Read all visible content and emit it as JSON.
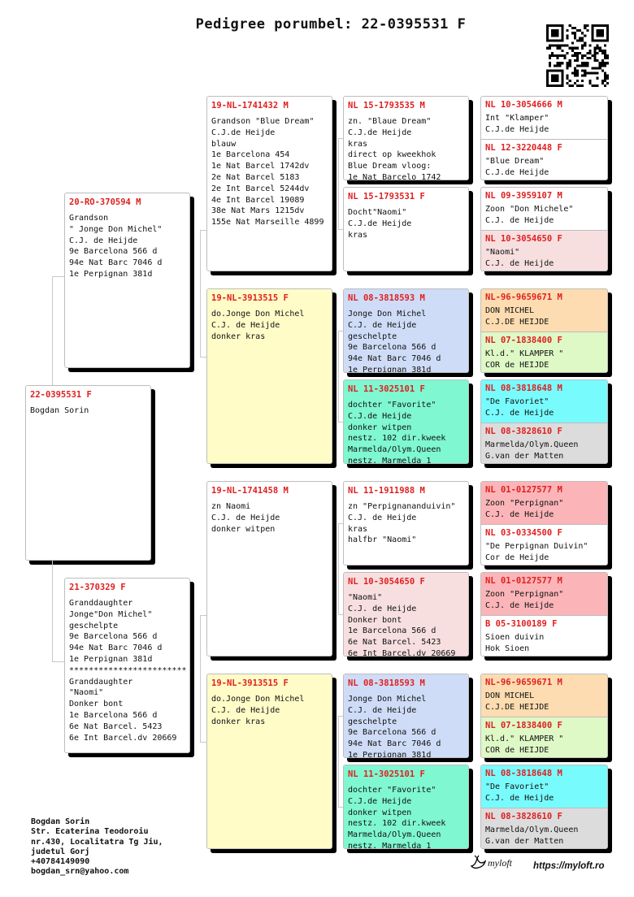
{
  "title": "Pedigree porumbel: 22-0395531 F",
  "owner": [
    "Bogdan Sorin",
    "Str. Ecaterina Teodoroiu",
    "nr.430, Localitatra Tg Jiu,",
    "judetul Gorj",
    "+40784149090",
    "bogdan_srn@yahoo.com"
  ],
  "brand": {
    "logo_text": "myloft",
    "website": "https://myloft.ro"
  },
  "colors": {
    "ring": "#e02020",
    "white": "#ffffff",
    "yellow": "#fffcc8",
    "blue": "#cfdcf7",
    "green": "#7ff7d0",
    "pink": "#f7dfe0",
    "orange": "#fcdcb0",
    "lime": "#def8c6",
    "cyan": "#78fbfd",
    "gray": "#dcdcdc",
    "red": "#fbb5b8"
  },
  "pigeons": {
    "subject": {
      "ring": "22-0395531 F",
      "lines": [
        "Bogdan Sorin"
      ]
    },
    "sire": {
      "ring": "20-RO-370594 M",
      "lines": [
        "Grandson",
        "\" Jonge Don Michel\"",
        "C.J. de Heijde",
        "9e Barcelona 566 d",
        "94e Nat Barc 7046 d",
        "1e Perpignan 381d"
      ]
    },
    "dam": {
      "ring": "21-370329 F",
      "lines": [
        "Granddaughter",
        "Jonge\"Don Michel\"",
        "geschelpte",
        "9e Barcelona 566 d",
        "94e Nat Barc 7046 d",
        "1e Perpignan 381d",
        "************************",
        "Granddaughter",
        "\"Naomi\"",
        "Donker bont",
        "1e Barcelona 566 d",
        "6e Nat Barcel. 5423",
        "6e Int Barcel.dv 20669"
      ]
    },
    "ss": {
      "ring": "19-NL-1741432 M",
      "lines": [
        "Grandson \"Blue Dream\"",
        "C.J.de Heijde",
        "blauw",
        "1e Barcelona 454",
        "1e Nat Barcel 1742dv",
        "2e Nat Barcel 5183",
        "2e Int Barcel 5244dv",
        "4e Int Barcel 19089",
        "38e Nat Mars 1215dv",
        "155e Nat Marseille 4899"
      ]
    },
    "sd": {
      "ring": "19-NL-3913515 F",
      "lines": [
        "do.Jonge Don Michel",
        "C.J. de Heijde",
        "donker kras"
      ]
    },
    "ds": {
      "ring": "19-NL-1741458 M",
      "lines": [
        "zn Naomi",
        "C.J. de Heijde",
        "donker witpen"
      ]
    },
    "dd": {
      "ring": "19-NL-3913515 F",
      "lines": [
        "do.Jonge Don Michel",
        "C.J. de Heijde",
        "donker kras"
      ]
    },
    "sss": {
      "ring": "NL 15-1793535 M",
      "lines": [
        "zn. \"Blaue Dream\"",
        "C.J.de Heijde",
        "kras",
        "direct op kweekhok",
        "Blue Dream vloog:",
        "1e Nat Barcelo 1742"
      ]
    },
    "ssd": {
      "ring": "NL 15-1793531 F",
      "lines": [
        "Docht\"Naomi\"",
        "C.J.de Heijde",
        "kras"
      ]
    },
    "sds": {
      "ring": "NL 08-3818593 M",
      "lines": [
        "Jonge Don Michel",
        "C.J. de Heijde",
        "geschelpte",
        "9e Barcelona 566 d",
        "94e Nat Barc 7046 d",
        "1e Perpignan 381d"
      ]
    },
    "sdd": {
      "ring": "NL 11-3025101 F",
      "lines": [
        "dochter \"Favorite\"",
        "C.J.de Heijde",
        "donker witpen",
        "nestz. 102 dir.kweek",
        "Marmelda/Olym.Queen",
        "nestz. Marmelda 1"
      ]
    },
    "dss": {
      "ring": "NL 11-1911988 M",
      "lines": [
        "zn \"Perpignananduivin\"",
        "C.J. de Heijde",
        "kras",
        "halfbr \"Naomi\""
      ]
    },
    "dsd": {
      "ring": "NL 10-3054650 F",
      "lines": [
        "\"Naomi\"",
        "C.J. de Heijde",
        "Donker bont",
        "1e Barcelona 566 d",
        "6e Nat Barcel. 5423",
        "6e Int Barcel.dv 20669"
      ]
    },
    "dds": {
      "ring": "NL 08-3818593 M",
      "lines": [
        "Jonge Don Michel",
        "C.J. de Heijde",
        "geschelpte",
        "9e Barcelona 566 d",
        "94e Nat Barc 7046 d",
        "1e Perpignan 381d"
      ]
    },
    "ddd": {
      "ring": "NL 11-3025101 F",
      "lines": [
        "dochter \"Favorite\"",
        "C.J.de Heijde",
        "donker witpen",
        "nestz. 102 dir.kweek",
        "Marmelda/Olym.Queen",
        "nestz. Marmelda 1"
      ]
    },
    "ssss": {
      "ring": "NL 10-3054666 M",
      "lines": [
        "Int \"Klamper\"",
        "C.J.de Heijde"
      ]
    },
    "sssd": {
      "ring": "NL 12-3220448 F",
      "lines": [
        "\"Blue Dream\"",
        "C.J.de Heijde"
      ]
    },
    "ssds": {
      "ring": "NL 09-3959107 M",
      "lines": [
        "Zoon \"Don Michele\"",
        "C.J. de Heijde"
      ]
    },
    "ssdd": {
      "ring": "NL 10-3054650 F",
      "lines": [
        "\"Naomi\"",
        "C.J. de Heijde"
      ]
    },
    "sdss": {
      "ring": "NL-96-9659671 M",
      "lines": [
        "DON MICHEL",
        "C.J.DE HEIJDE"
      ]
    },
    "sdsd": {
      "ring": "NL 07-1838400 F",
      "lines": [
        "Kl.d.\" KLAMPER \"",
        "COR de HEIJDE"
      ]
    },
    "sdds": {
      "ring": "NL 08-3818648 M",
      "lines": [
        "\"De Favoriet\"",
        "C.J. de Heijde"
      ]
    },
    "sddd": {
      "ring": "NL 08-3828610 F",
      "lines": [
        "Marmelda/Olym.Queen",
        "G.van der Matten"
      ]
    },
    "dsss": {
      "ring": "NL 01-0127577 M",
      "lines": [
        "Zoon \"Perpignan\"",
        "C.J. de Heijde"
      ]
    },
    "dssd": {
      "ring": "NL 03-0334500 F",
      "lines": [
        "\"De Perpignan Duivin\"",
        "Cor de Heijde"
      ]
    },
    "dsds": {
      "ring": "NL 01-0127577 M",
      "lines": [
        "Zoon \"Perpignan\"",
        "C.J. de Heijde"
      ]
    },
    "dsdd": {
      "ring": "B 05-3100189 F",
      "lines": [
        "Sioen duivin",
        "Hok Sioen"
      ]
    },
    "ddss": {
      "ring": "NL-96-9659671 M",
      "lines": [
        "DON MICHEL",
        "C.J.DE HEIJDE"
      ]
    },
    "ddsd": {
      "ring": "NL 07-1838400 F",
      "lines": [
        "Kl.d.\" KLAMPER \"",
        "COR de HEIJDE"
      ]
    },
    "ddds": {
      "ring": "NL 08-3818648 M",
      "lines": [
        "\"De Favoriet\"",
        "C.J. de Heijde"
      ]
    },
    "dddd": {
      "ring": "NL 08-3828610 F",
      "lines": [
        "Marmelda/Olym.Queen",
        "G.van der Matten"
      ]
    }
  }
}
